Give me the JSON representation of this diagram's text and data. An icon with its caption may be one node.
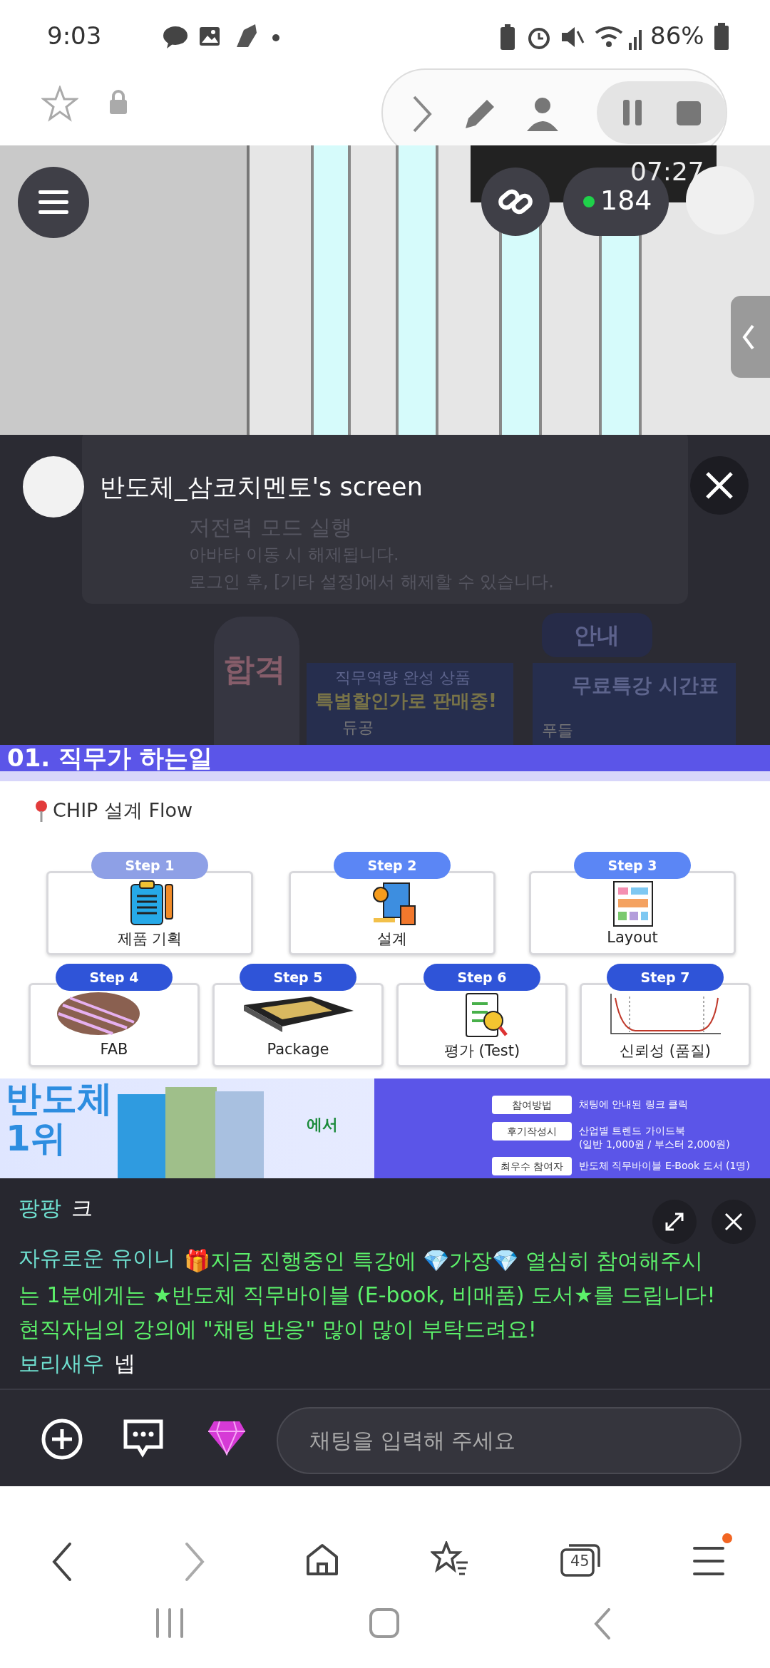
{
  "diagram": {
    "title": "01. 직무가 하는일",
    "nodes": [
      {
        "text": [
          "Step 1",
          "제품 기획"
        ]
      },
      {
        "text": [
          "Step 2",
          "설계"
        ]
      },
      {
        "text": [
          "Step 3",
          "Layout"
        ]
      },
      {
        "text": [
          "Step 4",
          "FAB"
        ]
      },
      {
        "text": [
          "Step 5",
          "Package"
        ]
      },
      {
        "text": [
          "Step 6",
          "평가 (Test)"
        ]
      },
      {
        "text": [
          "Step 7",
          "신뢰성 (품질)"
        ]
      }
    ],
    "labels": [
      "9:03",
      "86%",
      "07:27",
      "184",
      "반도체_삼코치멘토's screen",
      "저전력 모드 실행",
      "아바타 이동 시 해제됩니다.",
      "로그인 후, [기타 설정]에서 해제할 수 있습니다.",
      "안내",
      "합격",
      "직무역량 완성 상품",
      "특별할인가로 판매중!",
      "듀공",
      "무료특강 시간표",
      "푸들",
      "CHIP 설계 Flow",
      "반도체 1위",
      "에서",
      "참여방법",
      "채팅에 안내된 링크 클릭",
      "후기작성시",
      "산업별 트렌드 가이드북",
      "(일반 1,000원 / 부스터 2,000원)",
      "최우수 참여자",
      "반도체 직무바이블 E-Book 도서 (1명)",
      "팡팡",
      "크",
      "자유로운 유이니",
      "🎁지금 진행중인 특강에 💎가장💎 열심히 참여해주시는 1분에게는 ★반도체 직무바이블 (E-book, 비매품) 도서★를 드립니다! 현직자님의 강의에 \"채팅 반응\" 많이 많이 부탁드려요!",
      "보리새우",
      "넵",
      "채팅을 입력해 주세요",
      "45"
    ]
  }
}
